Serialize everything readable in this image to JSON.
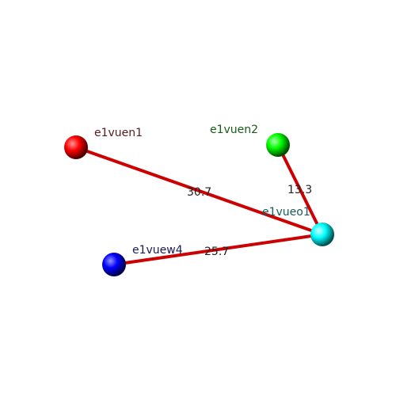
{
  "graph": {
    "nodes": [
      {
        "id": "e1vuen1",
        "label": "e1vuen1",
        "color": "#ff0000",
        "label_color": "#5a1a1a"
      },
      {
        "id": "e1vuen2",
        "label": "e1vuen2",
        "color": "#00ff00",
        "label_color": "#1a5a1a"
      },
      {
        "id": "e1vueo1",
        "label": "e1vueo1",
        "color": "#00ffff",
        "label_color": "#1a5a5a"
      },
      {
        "id": "e1vuew4",
        "label": "e1vuew4",
        "color": "#0000ff",
        "label_color": "#1a1a5a"
      }
    ],
    "edges": [
      {
        "from": "e1vuen1",
        "to": "e1vueo1",
        "label": "30.7"
      },
      {
        "from": "e1vuen2",
        "to": "e1vueo1",
        "label": "13.3"
      },
      {
        "from": "e1vuew4",
        "to": "e1vueo1",
        "label": "25.7"
      }
    ],
    "edge_color": "#cc0000"
  }
}
